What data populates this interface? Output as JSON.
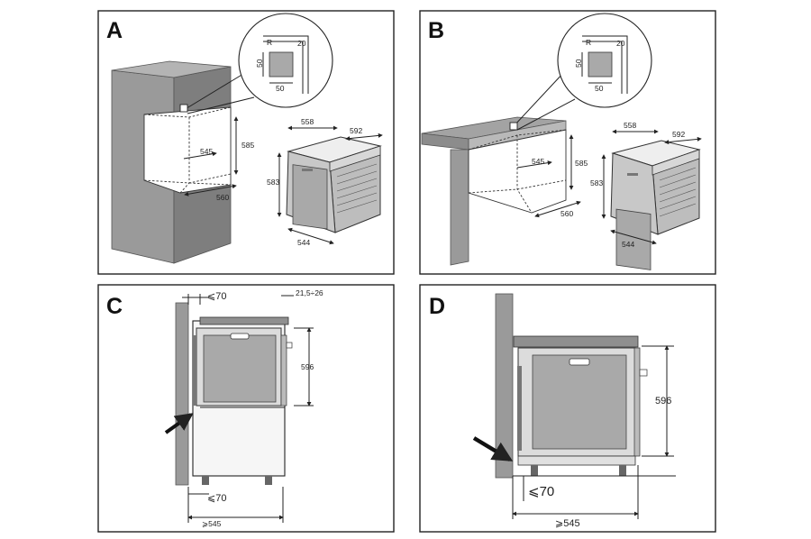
{
  "panels": {
    "a": {
      "letter": "A",
      "detail": {
        "d1": "R",
        "d2": "20",
        "d3": "50",
        "d4": "50"
      },
      "niche": {
        "height": "585",
        "depth": "545",
        "width": "560"
      },
      "oven": {
        "width_top": "558",
        "depth": "592",
        "height": "583",
        "width_bottom": "544"
      }
    },
    "b": {
      "letter": "B",
      "detail": {
        "d1": "R",
        "d2": "20",
        "d3": "50",
        "d4": "50"
      },
      "niche": {
        "height": "585",
        "depth": "545",
        "width": "560"
      },
      "oven": {
        "width_top": "558",
        "depth": "592",
        "height": "583",
        "width_bottom": "544"
      }
    },
    "c": {
      "letter": "C",
      "gap_top": "⩽70",
      "gap_side": "21,5÷26",
      "height": "596",
      "gap_bottom": "⩽70",
      "depth": "⩾545"
    },
    "d": {
      "letter": "D",
      "height": "596",
      "gap_bottom": "⩽70",
      "depth": "⩾545"
    }
  },
  "colors": {
    "wall": "#9a9a9a",
    "line": "#222222"
  }
}
